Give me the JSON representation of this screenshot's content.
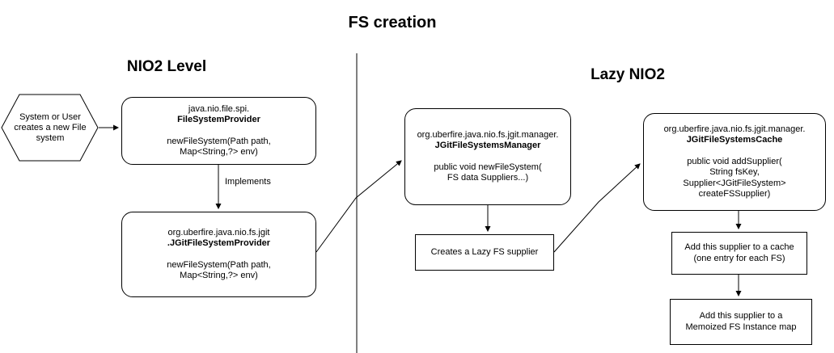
{
  "title": "FS creation",
  "sections": {
    "left_heading": "NIO2 Level",
    "right_heading": "Lazy NIO2"
  },
  "hexagon": {
    "text": "System or User\ncreates a new File\nsystem"
  },
  "labels": {
    "implements": "Implements"
  },
  "boxes": {
    "fsp": {
      "package": "java.nio.file.spi.",
      "class": "FileSystemProvider",
      "body": "newFileSystem(Path path,\nMap<String,?> env)"
    },
    "jgit_fsp": {
      "package": "org.uberfire.java.nio.fs.jgit",
      "class": ".JGitFileSystemProvider",
      "body": "newFileSystem(Path path,\nMap<String,?> env)"
    },
    "manager": {
      "package": "org.uberfire.java.nio.fs.jgit.manager.",
      "class": "JGitFileSystemsManager",
      "body": "public void newFileSystem(\nFS data Suppliers...)"
    },
    "cache": {
      "package": "org.uberfire.java.nio.fs.jgit.manager.",
      "class": "JGitFileSystemsCache",
      "body": "public void addSupplier(\nString fsKey,\nSupplier<JGitFileSystem>\ncreateFSSupplier)"
    }
  },
  "rects": {
    "lazy_supplier": "Creates a Lazy FS supplier",
    "cache_entry": "Add this supplier to a cache\n(one entry for each FS)",
    "memoized": "Add this supplier to a\nMemoized FS Instance map"
  },
  "colors": {
    "stroke": "#000000",
    "background": "#ffffff"
  }
}
